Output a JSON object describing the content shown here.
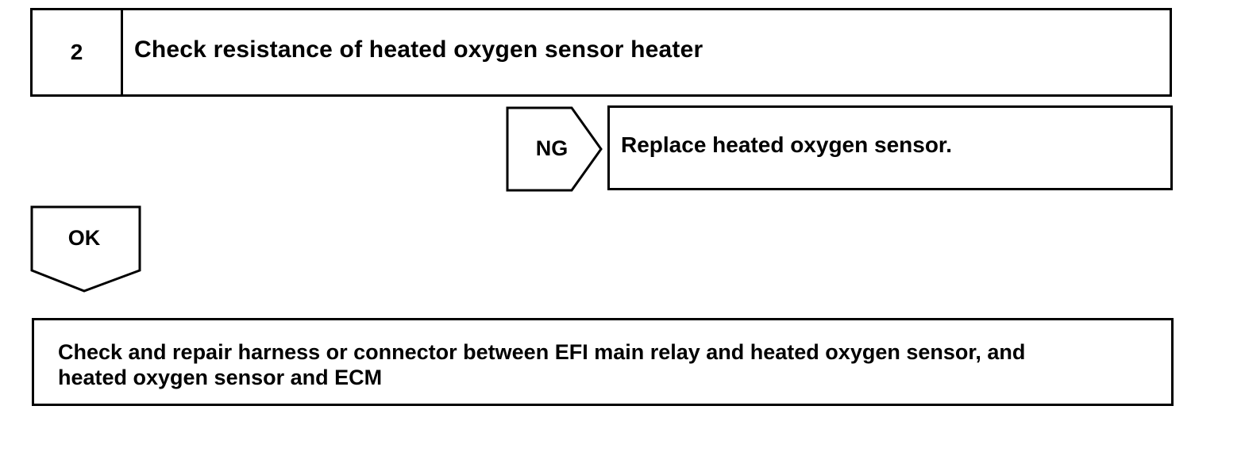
{
  "step": {
    "number": "2",
    "title": "Check resistance of heated oxygen sensor heater"
  },
  "ng_branch": {
    "label": "NG",
    "result": "Replace heated oxygen sensor."
  },
  "ok_branch": {
    "label": "OK"
  },
  "final_action": {
    "line1": "Check and repair harness or connector between EFI main relay and heated oxygen sensor, and",
    "line2": "heated oxygen sensor and ECM"
  }
}
